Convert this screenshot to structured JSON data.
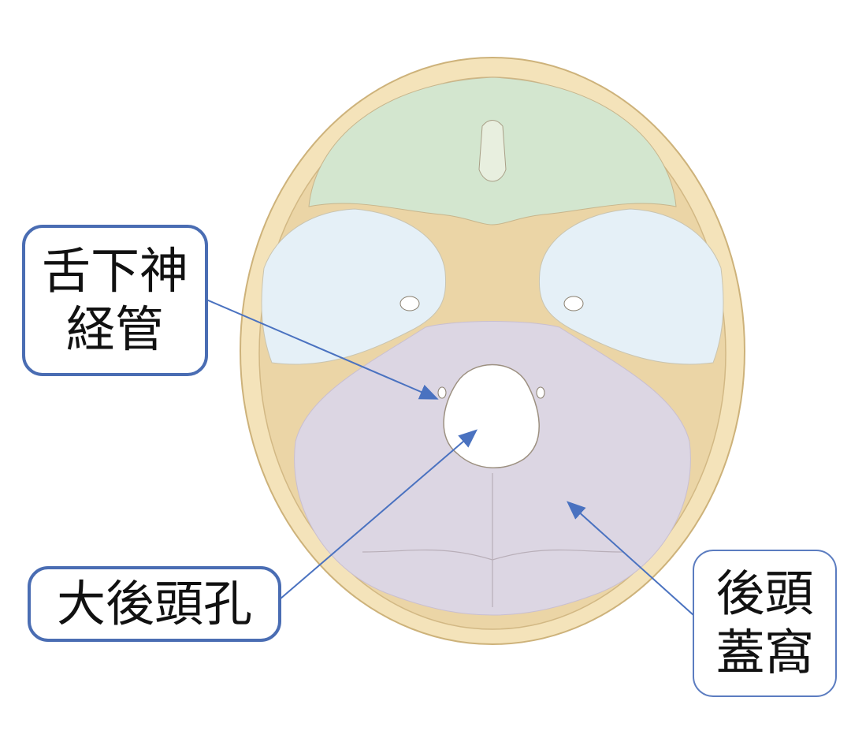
{
  "labels": {
    "hypoglossal_canal": [
      "舌下神",
      "経管"
    ],
    "foramen_magnum": [
      "大後頭孔"
    ],
    "posterior_cranial_fossa": [
      "後頭",
      "蓋窩"
    ]
  },
  "colors": {
    "skull": "#f2dfb2",
    "skull_outline": "#cdb27a",
    "anterior_fossa": "#d3e6cf",
    "middle_fossa": "#e5f0f7",
    "posterior_fossa": "#dcd6e3",
    "arrow": "#4a72c0",
    "border": "#4a6db3"
  }
}
